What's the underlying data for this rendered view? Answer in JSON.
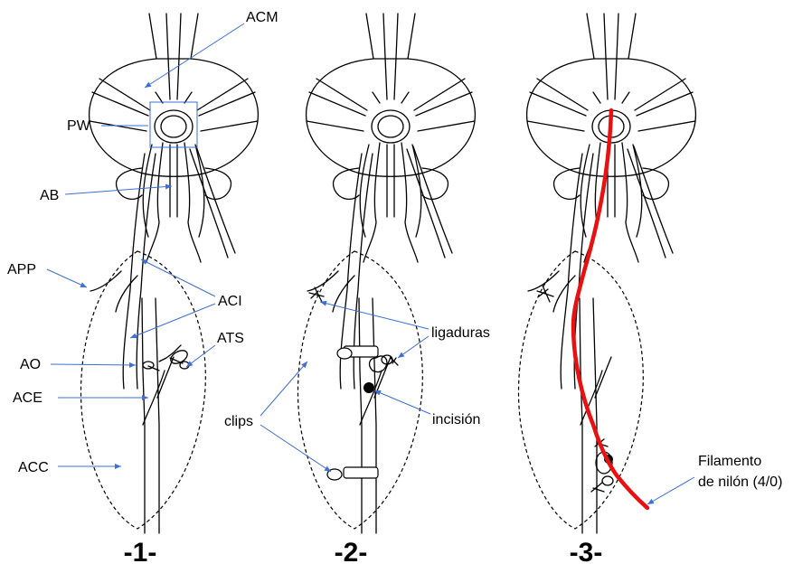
{
  "colors": {
    "ink": "#000000",
    "arrow": "#3d6fd6",
    "filament": "#e81010",
    "background": "#ffffff"
  },
  "labels": {
    "acm": "ACM",
    "pw": "PW",
    "ab": "AB",
    "app": "APP",
    "aci": "ACI",
    "ats": "ATS",
    "ao": "AO",
    "ace": "ACE",
    "acc": "ACC",
    "ligaduras": "ligaduras",
    "clips": "clips",
    "incision": "incisión",
    "filamento_line1": "Filamento",
    "filamento_line2": "de nilón (4/0)"
  },
  "panels": [
    {
      "number": "-1-"
    },
    {
      "number": "-2-"
    },
    {
      "number": "-3-"
    }
  ]
}
